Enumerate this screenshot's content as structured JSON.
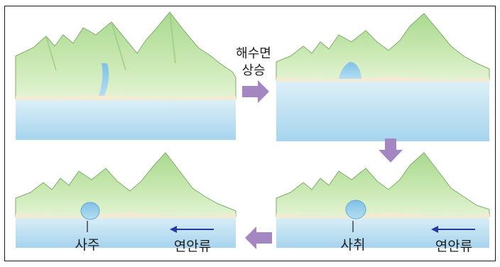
{
  "steps": {
    "sea_level_rise": [
      "해수면",
      "상승"
    ]
  },
  "labels": {
    "spit": "사취",
    "tombolo": "사주",
    "current_right": "연안류",
    "current_left": "연안류"
  },
  "colors": {
    "land": "#bfe3a6",
    "sea_top": "#d8edf7",
    "sea_bottom": "#a9d6ee",
    "sand": "#f3ead0",
    "arrow": "#a487c2",
    "current_arrow": "#2a3a9a"
  }
}
